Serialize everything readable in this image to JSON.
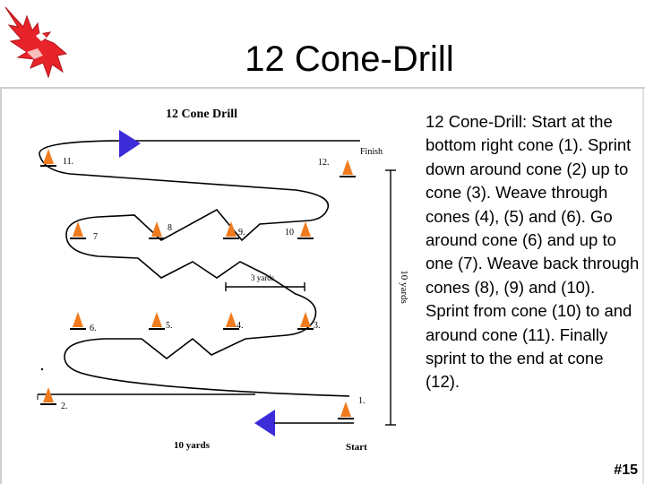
{
  "slide": {
    "title": "12 Cone-Drill",
    "page_number": "#15"
  },
  "logo": {
    "icon": "eagle-icon",
    "color": "#e8242a"
  },
  "figure": {
    "title": "12 Cone Drill",
    "finish_label": "Finish",
    "start_label": "Start",
    "bottom_label": "10 yards",
    "side_label": "10 yards",
    "middle_label": "3 yards",
    "cones": [
      {
        "label": "1."
      },
      {
        "label": "2."
      },
      {
        "label": "3."
      },
      {
        "label": "4."
      },
      {
        "label": "5."
      },
      {
        "label": "6."
      },
      {
        "label": "7"
      },
      {
        "label": "8"
      },
      {
        "label": "9."
      },
      {
        "label": "10"
      },
      {
        "label": "11."
      },
      {
        "label": "12."
      }
    ],
    "cone_color": "#f07b1e",
    "arrow_color": "#3b2bd9"
  },
  "description": {
    "term": "12 Cone-Drill",
    "body": ": Start at the bottom right cone (1).  Sprint down around cone (2) up to cone (3).  Weave through cones (4), (5) and (6).  Go around cone (6) and up to one (7).  Weave back through cones (8), (9) and (10).  Sprint from cone (10) to and around cone (11).  Finally sprint to the end at cone (12)."
  }
}
